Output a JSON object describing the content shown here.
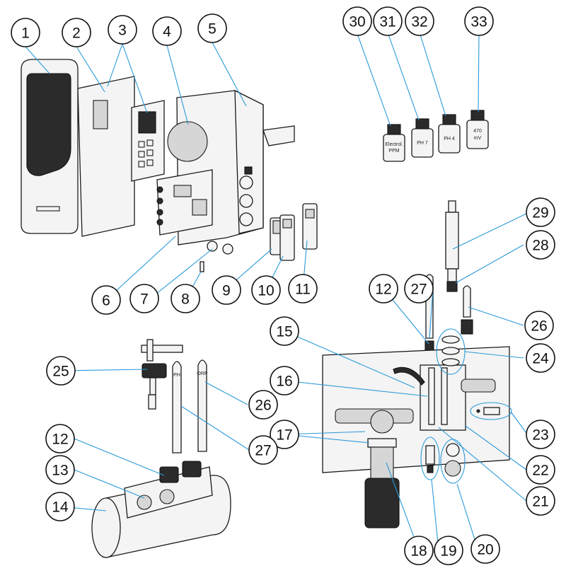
{
  "callouts": [
    {
      "id": "c1",
      "label": "1"
    },
    {
      "id": "c2",
      "label": "2"
    },
    {
      "id": "c3",
      "label": "3"
    },
    {
      "id": "c4",
      "label": "4"
    },
    {
      "id": "c5",
      "label": "5"
    },
    {
      "id": "c6",
      "label": "6"
    },
    {
      "id": "c7",
      "label": "7"
    },
    {
      "id": "c8",
      "label": "8"
    },
    {
      "id": "c9",
      "label": "9"
    },
    {
      "id": "c10",
      "label": "10"
    },
    {
      "id": "c11",
      "label": "11"
    },
    {
      "id": "c12a",
      "label": "12"
    },
    {
      "id": "c12b",
      "label": "12"
    },
    {
      "id": "c13",
      "label": "13"
    },
    {
      "id": "c14",
      "label": "14"
    },
    {
      "id": "c15",
      "label": "15"
    },
    {
      "id": "c16",
      "label": "16"
    },
    {
      "id": "c17",
      "label": "17"
    },
    {
      "id": "c18",
      "label": "18"
    },
    {
      "id": "c19",
      "label": "19"
    },
    {
      "id": "c20",
      "label": "20"
    },
    {
      "id": "c21",
      "label": "21"
    },
    {
      "id": "c22",
      "label": "22"
    },
    {
      "id": "c23",
      "label": "23"
    },
    {
      "id": "c24",
      "label": "24"
    },
    {
      "id": "c25",
      "label": "25"
    },
    {
      "id": "c26a",
      "label": "26"
    },
    {
      "id": "c26b",
      "label": "26"
    },
    {
      "id": "c27a",
      "label": "27"
    },
    {
      "id": "c27b",
      "label": "27"
    },
    {
      "id": "c28",
      "label": "28"
    },
    {
      "id": "c29",
      "label": "29"
    },
    {
      "id": "c30",
      "label": "30"
    },
    {
      "id": "c31",
      "label": "31"
    },
    {
      "id": "c32",
      "label": "32"
    },
    {
      "id": "c33",
      "label": "33"
    }
  ],
  "bottles": {
    "b30": {
      "line1": "Electrol.",
      "line2": "PPM"
    },
    "b31": {
      "line1": "PH 7"
    },
    "b32": {
      "line1": "PH 4"
    },
    "b33": {
      "line1": "470",
      "line2": "mV"
    }
  },
  "probes": {
    "probe_ph": "PH",
    "probe_orp": "ORP"
  },
  "colors": {
    "leader": "#2a9ad8",
    "outline": "#1a1a1a"
  }
}
